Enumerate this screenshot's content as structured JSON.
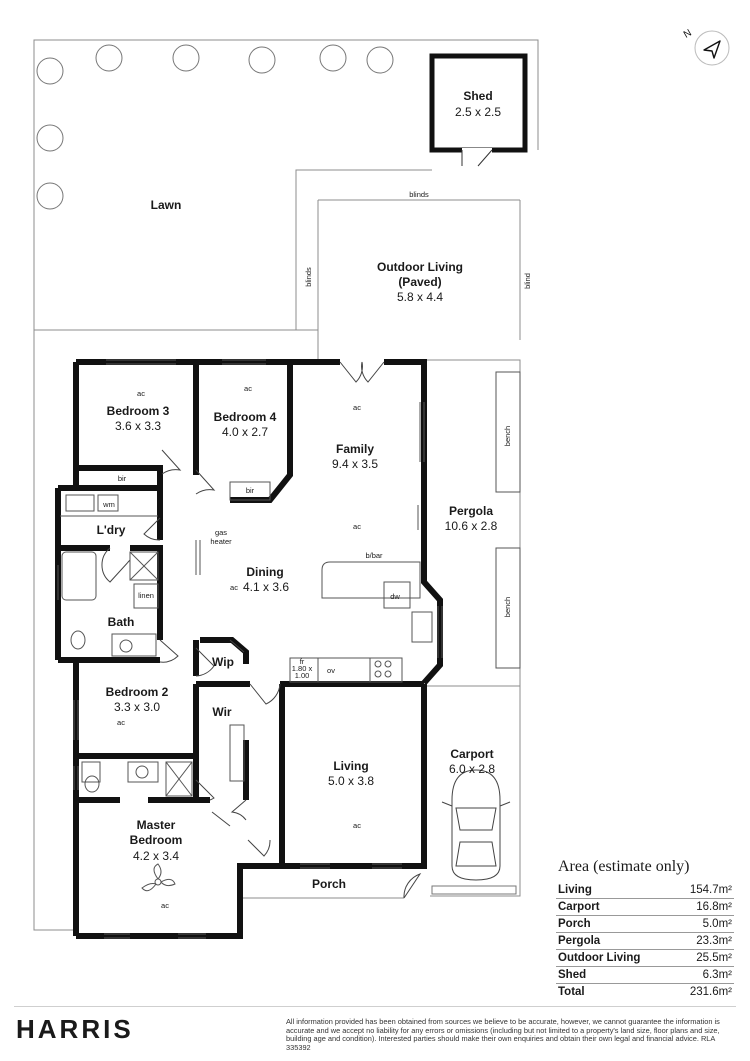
{
  "rooms": {
    "shed": {
      "name": "Shed",
      "dims": "2.5 x 2.5"
    },
    "lawn": {
      "name": "Lawn"
    },
    "outdoor": {
      "name1": "Outdoor Living",
      "name2": "(Paved)",
      "dims": "5.8 x 4.4"
    },
    "bed3": {
      "name": "Bedroom 3",
      "dims": "3.6 x 3.3"
    },
    "bed4": {
      "name": "Bedroom 4",
      "dims": "4.0 x 2.7"
    },
    "family": {
      "name": "Family",
      "dims": "9.4 x 3.5"
    },
    "pergola": {
      "name": "Pergola",
      "dims": "10.6 x 2.8"
    },
    "laundry": {
      "name": "L'dry"
    },
    "bath": {
      "name": "Bath"
    },
    "dining": {
      "name": "Dining",
      "dims": "4.1 x 3.6"
    },
    "wip": {
      "name": "Wip"
    },
    "bed2": {
      "name": "Bedroom 2",
      "dims": "3.3 x 3.0"
    },
    "wir": {
      "name": "Wir"
    },
    "living": {
      "name": "Living",
      "dims": "5.0 x 3.8"
    },
    "carport": {
      "name": "Carport",
      "dims": "6.0 x 2.8"
    },
    "master": {
      "name1": "Master",
      "name2": "Bedroom",
      "dims": "4.2 x 3.4"
    },
    "porch": {
      "name": "Porch"
    }
  },
  "annotations": {
    "blinds_top": "blinds",
    "blinds_left": "blinds",
    "blind_right": "blind",
    "ac": "ac",
    "bir": "bir",
    "wm": "wm",
    "gas1": "gas",
    "gas2": "heater",
    "bbar": "b/bar",
    "dw": "dw",
    "linen": "linen",
    "bench": "bench",
    "fr1": "fr",
    "fr2": "1.80 x",
    "fr3": "1.00",
    "ov": "ov"
  },
  "area": {
    "title": "Area (estimate only)",
    "rows": [
      {
        "label": "Living",
        "value": "154.7m²"
      },
      {
        "label": "Carport",
        "value": "16.8m²"
      },
      {
        "label": "Porch",
        "value": "5.0m²"
      },
      {
        "label": "Pergola",
        "value": "23.3m²"
      },
      {
        "label": "Outdoor Living",
        "value": "25.5m²"
      },
      {
        "label": "Shed",
        "value": "6.3m²"
      },
      {
        "label": "Total",
        "value": "231.6m²"
      }
    ]
  },
  "brand": "HARRIS",
  "disclaimer": "All information provided has been obtained from sources we believe to be accurate, however, we cannot guarantee the information is accurate and we accept no liability for any errors or omissions (including but not limited to a property's land size, floor plans and size, building age and condition). Interested parties should make their own enquiries and obtain their own legal and financial advice. RLA 335392",
  "north_label": "N"
}
